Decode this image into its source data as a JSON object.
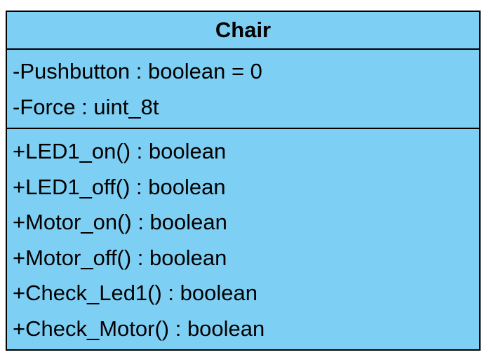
{
  "class_name": "Chair",
  "attributes": [
    "-Pushbutton : boolean = 0",
    "-Force : uint_8t"
  ],
  "operations": [
    "+LED1_on() : boolean",
    "+LED1_off() : boolean",
    "+Motor_on() : boolean",
    "+Motor_off() : boolean",
    "+Check_Led1() : boolean",
    "+Check_Motor() : boolean"
  ],
  "colors": {
    "fill": "#7ecff4",
    "border": "#000000",
    "text": "#000000"
  }
}
